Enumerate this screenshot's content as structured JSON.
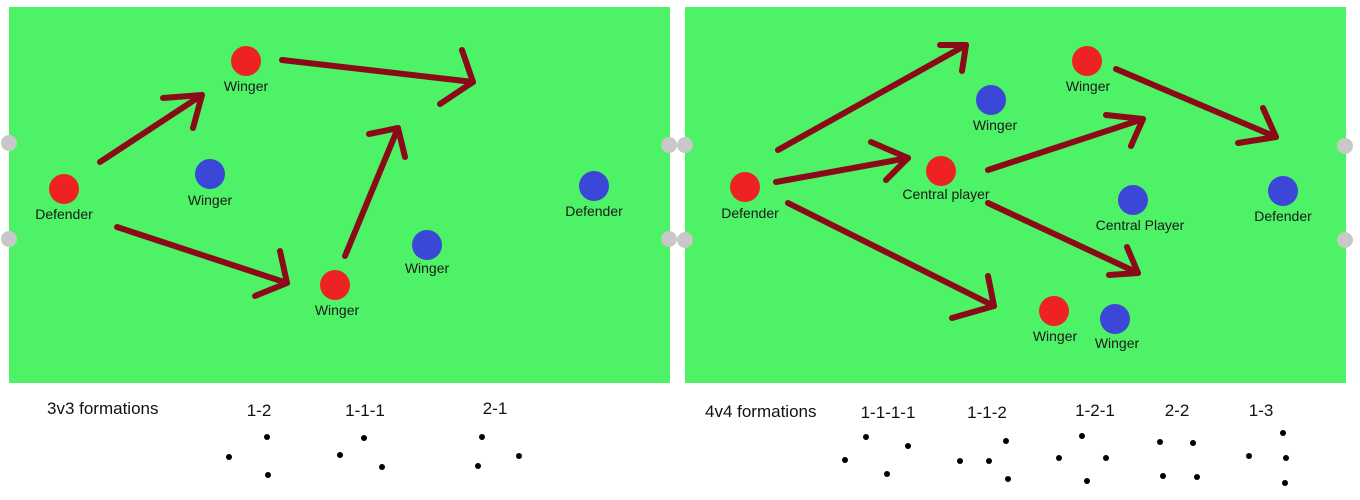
{
  "colors": {
    "pitch": "#4ef266",
    "attacker": "#ee2222",
    "defender_team": "#3b47d6",
    "arrow": "#8b0a18",
    "goal_post": "#c8c8c8",
    "dot": "#000000"
  },
  "left": {
    "caption": "3v3 formations",
    "red_players": [
      "Defender",
      "Winger",
      "Winger"
    ],
    "blue_players": [
      "Winger",
      "Winger",
      "Defender"
    ],
    "formations": [
      "1-2",
      "1-1-1",
      "2-1"
    ]
  },
  "right": {
    "caption": "4v4 formations",
    "red_players": [
      "Defender",
      "Winger",
      "Central player",
      "Winger"
    ],
    "blue_players": [
      "Winger",
      "Central Player",
      "Defender",
      "Winger"
    ],
    "formations": [
      "1-1-1-1",
      "1-1-2",
      "1-2-1",
      "2-2",
      "1-3"
    ]
  }
}
